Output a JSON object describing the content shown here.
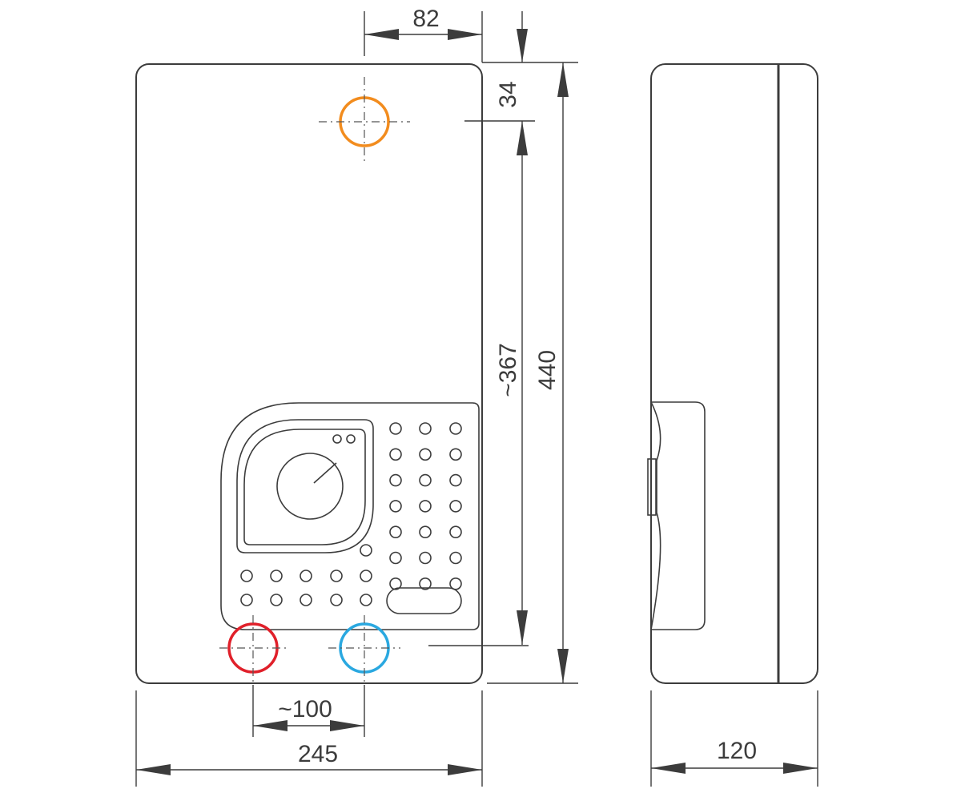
{
  "dimensions": {
    "top_offset": "82",
    "top_gap": "34",
    "connection_height": "~367",
    "total_height": "440",
    "connection_spacing": "~100",
    "total_width": "245",
    "depth": "120"
  },
  "colors": {
    "hot_outlet": "#f28c1e",
    "hot_inlet": "#e0202a",
    "cold_inlet": "#2aa8e0",
    "line": "#3c3c3c"
  }
}
